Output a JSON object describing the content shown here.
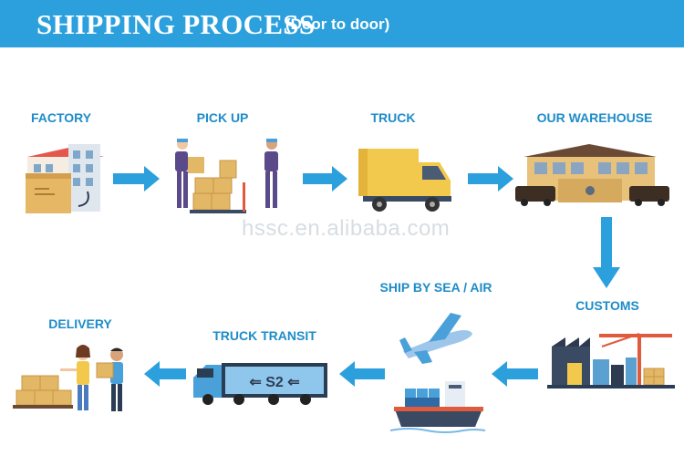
{
  "header": {
    "title": "SHIPPING PROCESS",
    "subtitle": "(Door to door)",
    "color": "#2ba0dc"
  },
  "steps": [
    {
      "id": "factory",
      "label": "FACTORY",
      "icon": "factory-icon"
    },
    {
      "id": "pickup",
      "label": "PICK UP",
      "icon": "workers-pallet-icon"
    },
    {
      "id": "truck",
      "label": "TRUCK",
      "icon": "truck-icon"
    },
    {
      "id": "warehouse",
      "label": "OUR WAREHOUSE",
      "icon": "warehouse-icon"
    },
    {
      "id": "customs",
      "label": "CUSTOMS",
      "icon": "port-crane-icon"
    },
    {
      "id": "ship",
      "label": "SHIP BY SEA / AIR",
      "icon": "plane-ship-icon"
    },
    {
      "id": "transit",
      "label": "TRUCK TRANSIT",
      "icon": "semi-truck-icon"
    },
    {
      "id": "delivery",
      "label": "DELIVERY",
      "icon": "delivery-people-icon"
    }
  ],
  "watermark": "hssc.en.alibaba.com",
  "colors": {
    "label": "#1e8cc8",
    "arrow": "#2ba0dc",
    "box": "#e2b766",
    "truck_yellow": "#f2c94c",
    "warehouse_wall": "#e8c27a"
  }
}
